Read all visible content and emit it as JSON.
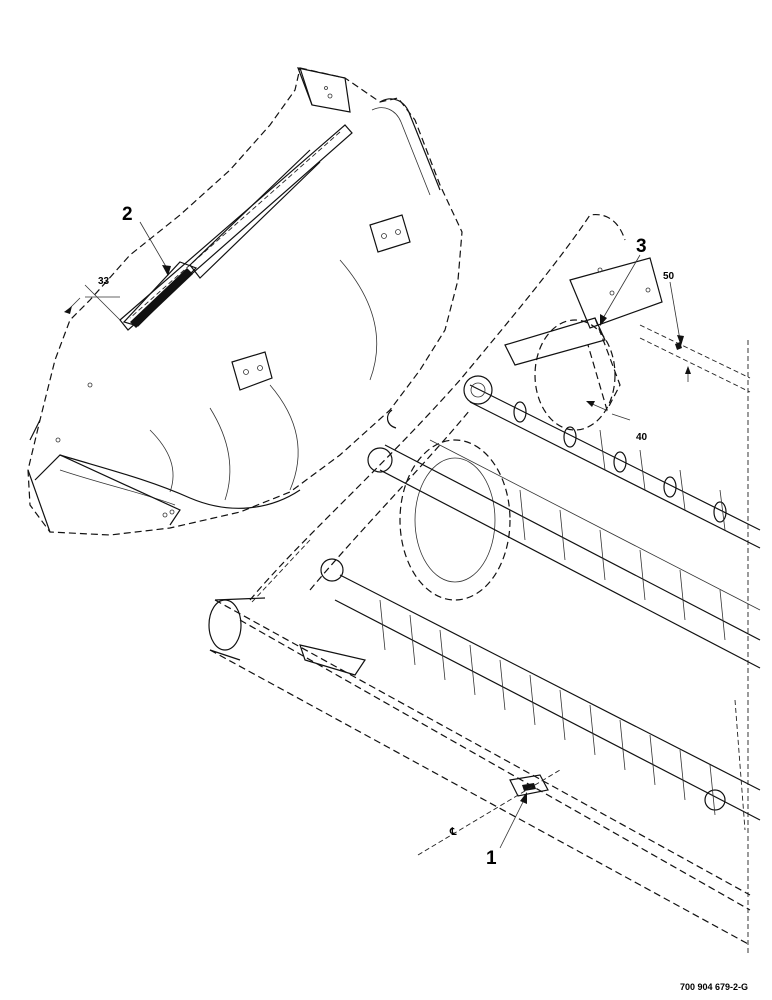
{
  "callouts": {
    "item1": "1",
    "item2": "2",
    "item3": "3"
  },
  "dimensions": {
    "d33": "33",
    "d40": "40",
    "d50": "50"
  },
  "centerline_symbol": "℄",
  "drawing_number": "700 904 679-2-G"
}
